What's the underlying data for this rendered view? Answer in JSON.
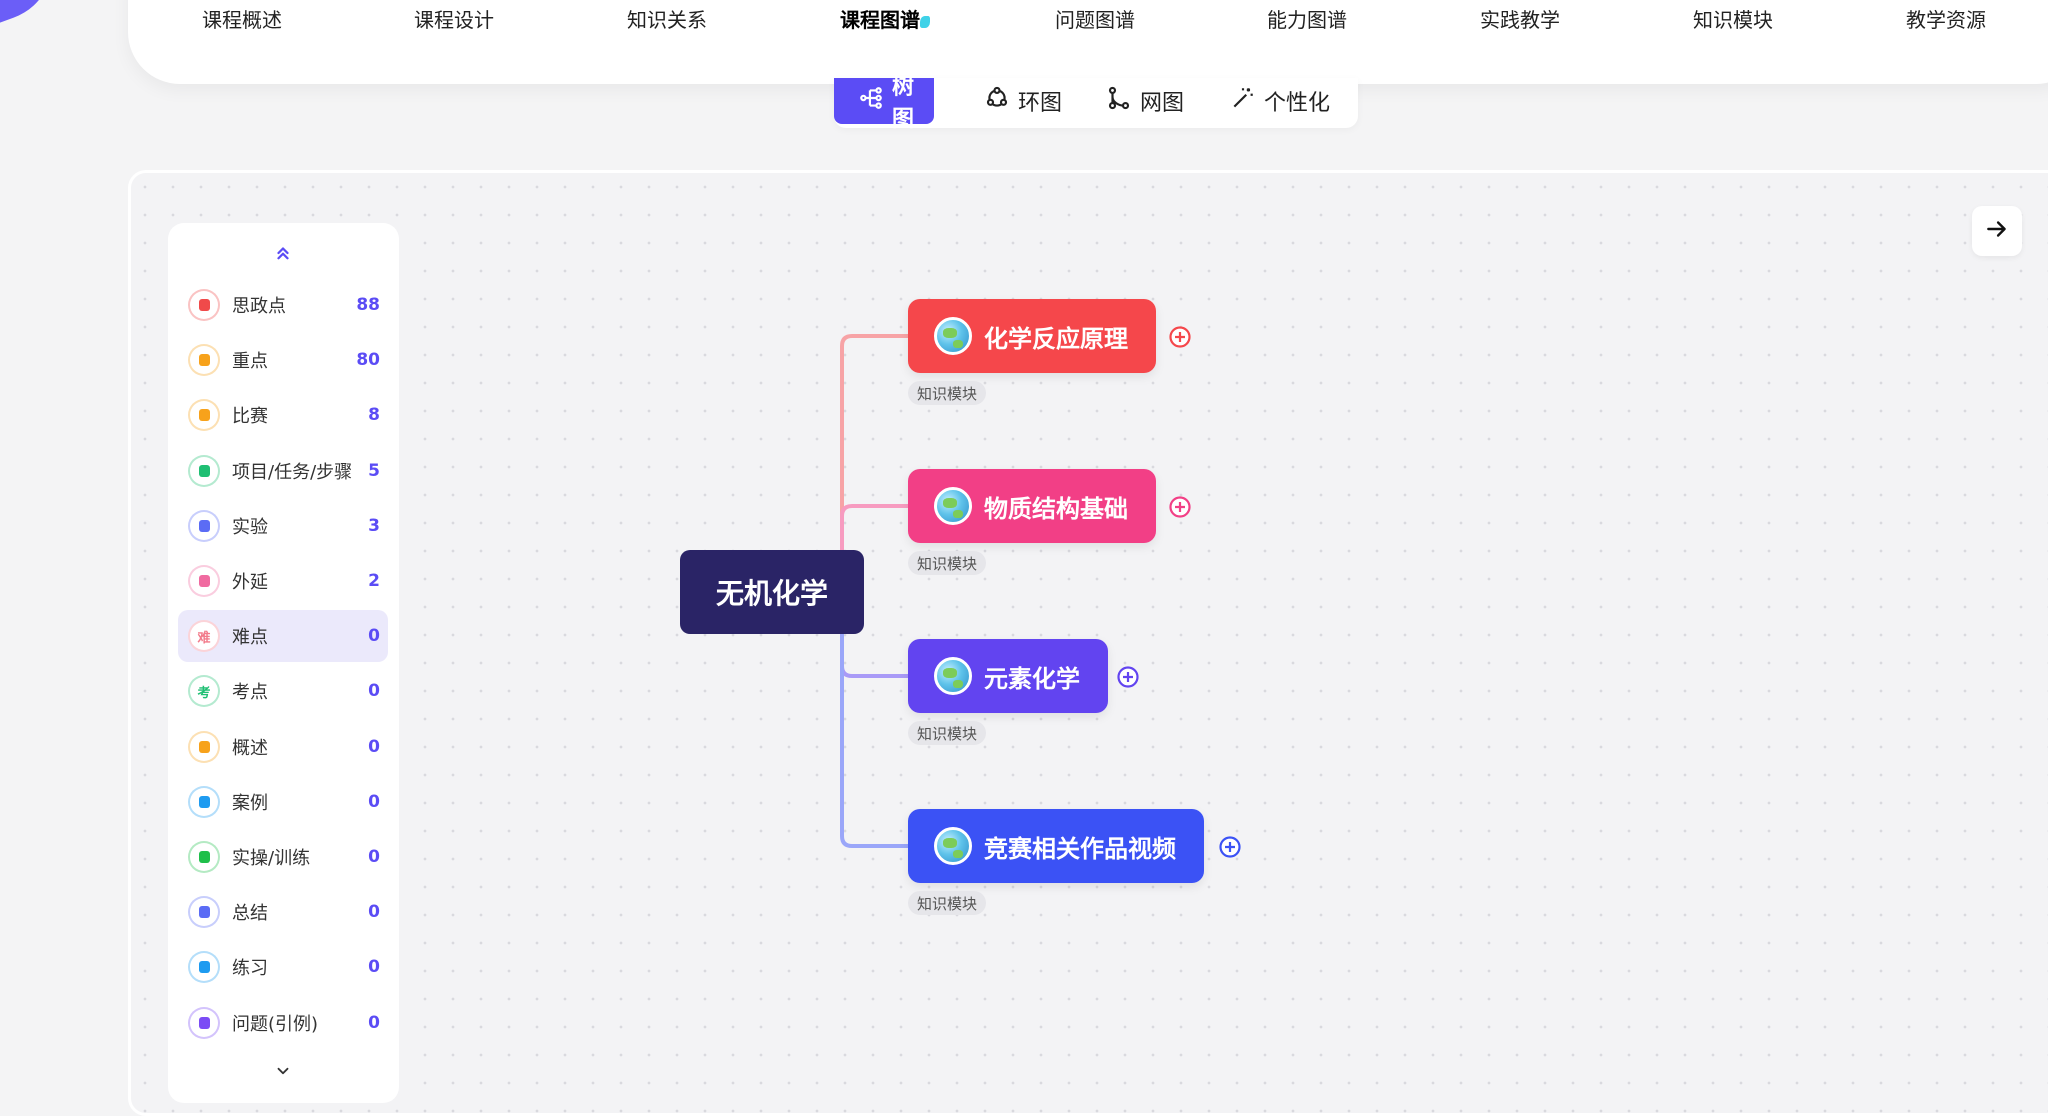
{
  "nav": {
    "tabs": [
      {
        "label": "课程概述"
      },
      {
        "label": "课程设计"
      },
      {
        "label": "知识关系"
      },
      {
        "label": "课程图谱"
      },
      {
        "label": "问题图谱"
      },
      {
        "label": "能力图谱"
      },
      {
        "label": "实践教学"
      },
      {
        "label": "知识模块"
      },
      {
        "label": "教学资源"
      }
    ],
    "active_tab": "课程图谱"
  },
  "view_switch": {
    "options": [
      {
        "label": "树图",
        "icon": "tree-icon"
      },
      {
        "label": "环图",
        "icon": "ring-icon"
      },
      {
        "label": "网图",
        "icon": "network-icon"
      },
      {
        "label": "个性化",
        "icon": "magic-wand-icon"
      }
    ],
    "active": "树图"
  },
  "sidebar": {
    "items": [
      {
        "label": "思政点",
        "count": "88",
        "icon": "ideology-icon",
        "color": "#f04a4a"
      },
      {
        "label": "重点",
        "count": "80",
        "icon": "key-point-icon",
        "color": "#f7a21b"
      },
      {
        "label": "比赛",
        "count": "8",
        "icon": "trophy-icon",
        "color": "#f7a21b"
      },
      {
        "label": "项目/任务/步骤",
        "count": "5",
        "icon": "clipboard-icon",
        "color": "#1fbf73"
      },
      {
        "label": "实验",
        "count": "3",
        "icon": "experiment-icon",
        "color": "#5b6cf5"
      },
      {
        "label": "外延",
        "count": "2",
        "icon": "extension-icon",
        "color": "#f06aa0"
      },
      {
        "label": "难点",
        "count": "0",
        "icon": "difficulty-icon",
        "color": "#f27a8a",
        "glyph": "难"
      },
      {
        "label": "考点",
        "count": "0",
        "icon": "exam-point-icon",
        "color": "#1fbf73",
        "glyph": "考"
      },
      {
        "label": "概述",
        "count": "0",
        "icon": "overview-icon",
        "color": "#f7a21b"
      },
      {
        "label": "案例",
        "count": "0",
        "icon": "case-icon",
        "color": "#1e9bf0"
      },
      {
        "label": "实操/训练",
        "count": "0",
        "icon": "practice-icon",
        "color": "#1fbf4a"
      },
      {
        "label": "总结",
        "count": "0",
        "icon": "summary-icon",
        "color": "#5b6cf5"
      },
      {
        "label": "练习",
        "count": "0",
        "icon": "exercise-icon",
        "color": "#1e9bf0"
      },
      {
        "label": "问题(引例)",
        "count": "0",
        "icon": "question-icon",
        "color": "#7b4cf5"
      }
    ],
    "selected": "难点"
  },
  "mindmap": {
    "root": {
      "label": "无机化学",
      "color": "#2a2466"
    },
    "children": [
      {
        "label": "化学反应原理",
        "tag": "知识模块",
        "color": "#f5474b",
        "line": "#f7a3a6"
      },
      {
        "label": "物质结构基础",
        "tag": "知识模块",
        "color": "#f23f86",
        "line": "#f79bc0"
      },
      {
        "label": "元素化学",
        "tag": "知识模块",
        "color": "#6244f0",
        "line": "#a99af7"
      },
      {
        "label": "竞赛相关作品视频",
        "tag": "知识模块",
        "color": "#3b52f5",
        "line": "#9aa6f9"
      }
    ]
  },
  "colors": {
    "accent": "#5b4cf5"
  }
}
